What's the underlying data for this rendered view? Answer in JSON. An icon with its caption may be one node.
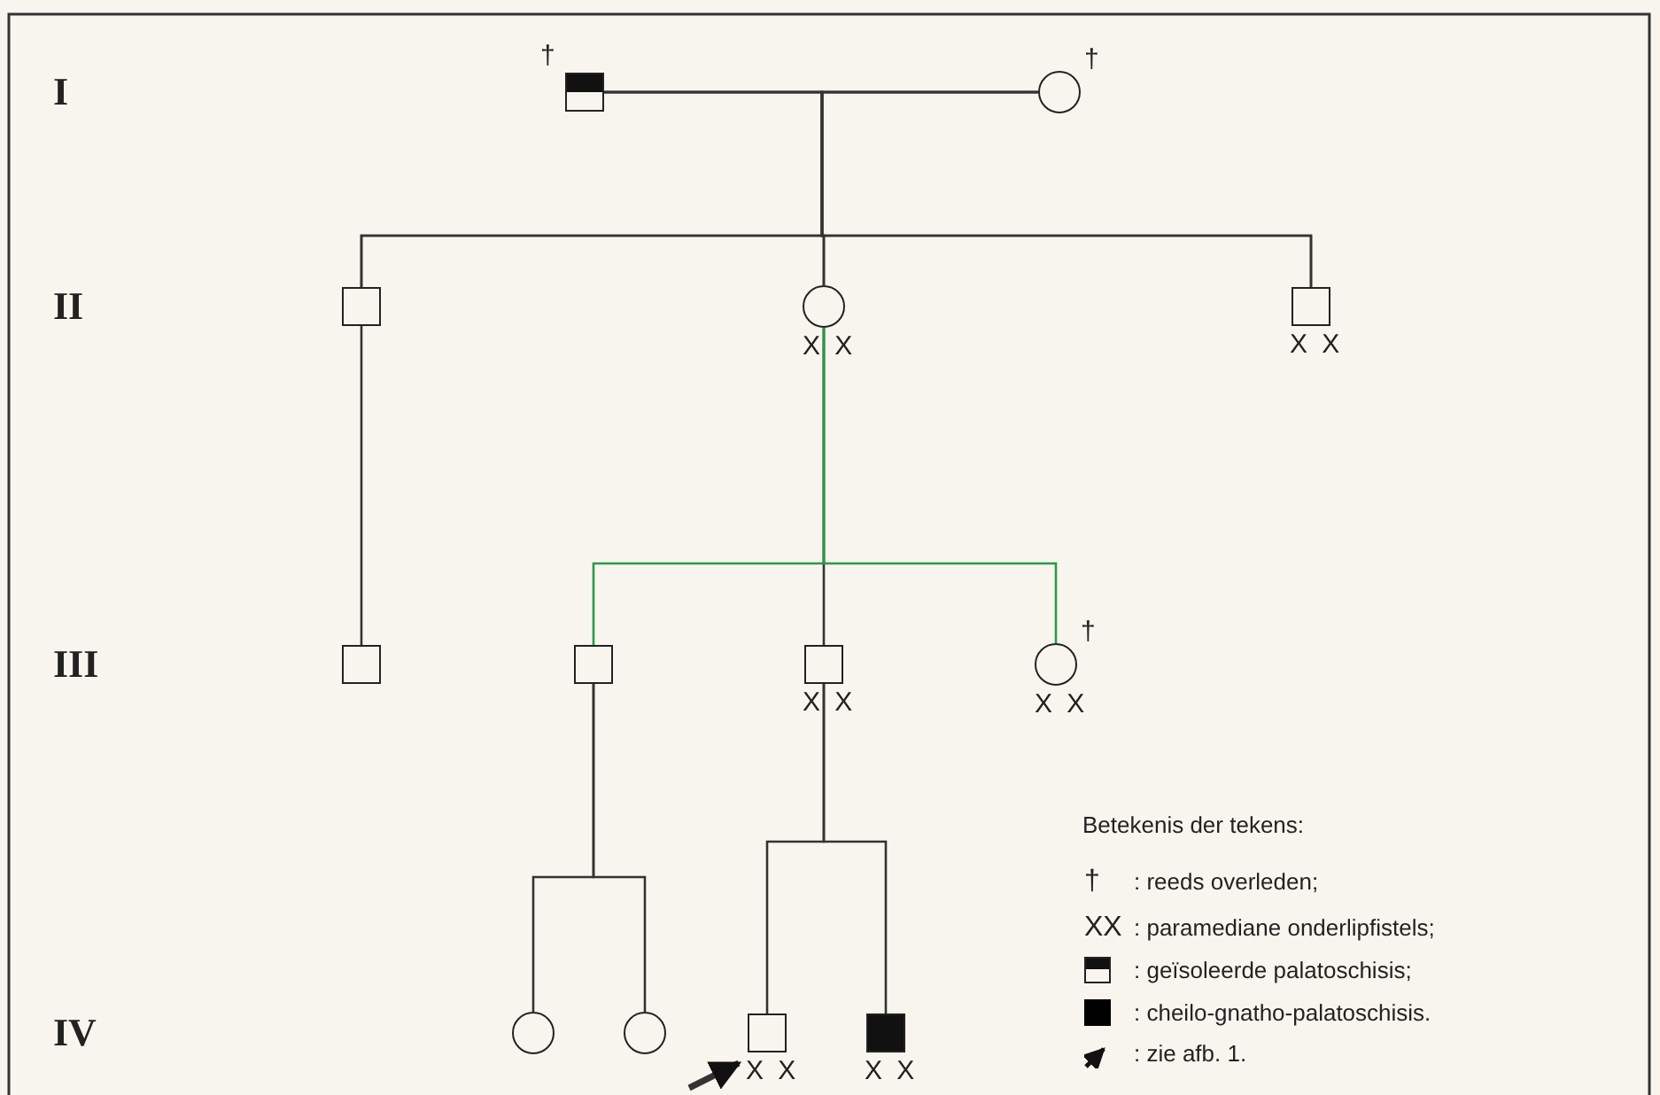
{
  "diagram": {
    "nodes": [
      {
        "text": [],
        "shape": "box",
        "beside": [
          "†"
        ]
      },
      {
        "text": [],
        "shape": "circle",
        "beside": [
          "†"
        ]
      },
      {
        "text": [],
        "shape": "box"
      },
      {
        "text": [],
        "shape": "circle",
        "beside": [
          "X X"
        ]
      },
      {
        "text": [],
        "shape": "box",
        "beside": [
          "X X"
        ]
      },
      {
        "text": [],
        "shape": "box"
      },
      {
        "text": [],
        "shape": "box"
      },
      {
        "text": [],
        "shape": "box",
        "beside": [
          "X X"
        ]
      },
      {
        "text": [],
        "shape": "circle",
        "beside": [
          "†",
          "X X"
        ]
      },
      {
        "text": [],
        "shape": "circle"
      },
      {
        "text": [],
        "shape": "circle"
      },
      {
        "text": [],
        "shape": "box",
        "beside": [
          "X X"
        ]
      },
      {
        "text": [],
        "shape": "box",
        "beside": [
          "X X"
        ]
      }
    ],
    "edges": [
      {
        "from": 0,
        "to": 1,
        "arrow": "none"
      },
      {
        "from": 0,
        "to": 2,
        "arrow": "none"
      },
      {
        "from": 1,
        "to": 2,
        "arrow": "none"
      },
      {
        "from": 0,
        "to": 3,
        "arrow": "none"
      },
      {
        "from": 1,
        "to": 3,
        "arrow": "none"
      },
      {
        "from": 0,
        "to": 4,
        "arrow": "none"
      },
      {
        "from": 1,
        "to": 4,
        "arrow": "none"
      },
      {
        "from": 2,
        "to": 5,
        "arrow": "none"
      },
      {
        "from": 3,
        "to": 6,
        "arrow": "none",
        "color": "#2a9a48"
      },
      {
        "from": 3,
        "to": 7,
        "arrow": "none"
      },
      {
        "from": 3,
        "to": 8,
        "arrow": "none",
        "color": "#2a9a48"
      },
      {
        "from": 6,
        "to": 9,
        "arrow": "none"
      },
      {
        "from": 6,
        "to": 10,
        "arrow": "none"
      },
      {
        "from": 7,
        "to": 11,
        "arrow": "none"
      },
      {
        "from": 7,
        "to": 12,
        "arrow": "none"
      },
      {
        "from": null,
        "to": 11,
        "arrow": "to",
        "style": "thick"
      }
    ],
    "labels": [
      "I",
      "II",
      "III",
      "IV",
      "Betekenis der tekens:",
      "†",
      "XX"
    ],
    "legend": [
      {
        "text": ": reeds overleden;"
      },
      {
        "text": ": paramediane onderlipfistels;"
      },
      {
        "text": ": geïsoleerde palatoschisis;"
      },
      {
        "text": ": cheilo-gnatho-palatoschisis.",
        "color": "#000000"
      },
      {
        "text": ": zie afb. 1."
      }
    ]
  }
}
